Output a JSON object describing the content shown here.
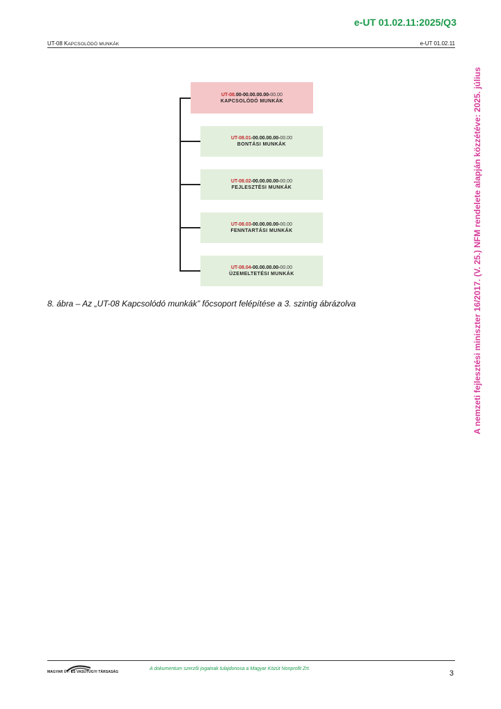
{
  "document_code": "e-UT 01.02.11:2025/Q3",
  "header": {
    "left_prefix": "UT-08 K",
    "left_smallcaps": "APCSOLÓDÓ MUNKÁK",
    "right": "e-UT 01.02.11"
  },
  "side_note": "A nemzeti fejlesztési miniszter 16/2017. (V. 25.) NFM rendelete alapján közzétéve: 2025. július",
  "tree": {
    "root": {
      "code_red": "UT-08.",
      "code_black": "00-00.00.00.00-",
      "code_gray": "00.00",
      "title": "KAPCSOLÓDÓ MUNKÁK"
    },
    "children": [
      {
        "code_red": "UT-08.01",
        "code_black": "-00.00.00.00-",
        "code_gray": "00.00",
        "title": "BONTÁSI MUNKÁK"
      },
      {
        "code_red": "UT-08.02",
        "code_black": "-00.00.00.00-",
        "code_gray": "00.00",
        "title": "FEJLESZTÉSI MUNKÁK"
      },
      {
        "code_red": "UT-08.03",
        "code_black": "-00.00.00.00-",
        "code_gray": "00.00",
        "title": "FENNTARTÁSI MUNKÁK"
      },
      {
        "code_red": "UT-08.04",
        "code_black": "-00.00.00.00-",
        "code_gray": "00.00",
        "title": "ÜZEMELTETÉSI MUNKÁK"
      }
    ]
  },
  "caption": "8. ábra – Az „UT-08 Kapcsolódó munkák” főcsoport felépítése a 3. szintig ábrázolva",
  "footer": {
    "logo_text": "MAGYAR ÚT- ÉS VASÚTÜGYI TÁRSASÁG",
    "note": "A dokumentum szerzői jogainak tulajdonosa a Magyar Közút Nonprofit Zrt.",
    "page_number": "3"
  },
  "colors": {
    "document_code": "#1a9a4a",
    "side_note": "#d63d9a",
    "root_box": "#f4c6c8",
    "child_box": "#e3efdd",
    "code_red": "#c0282c"
  }
}
